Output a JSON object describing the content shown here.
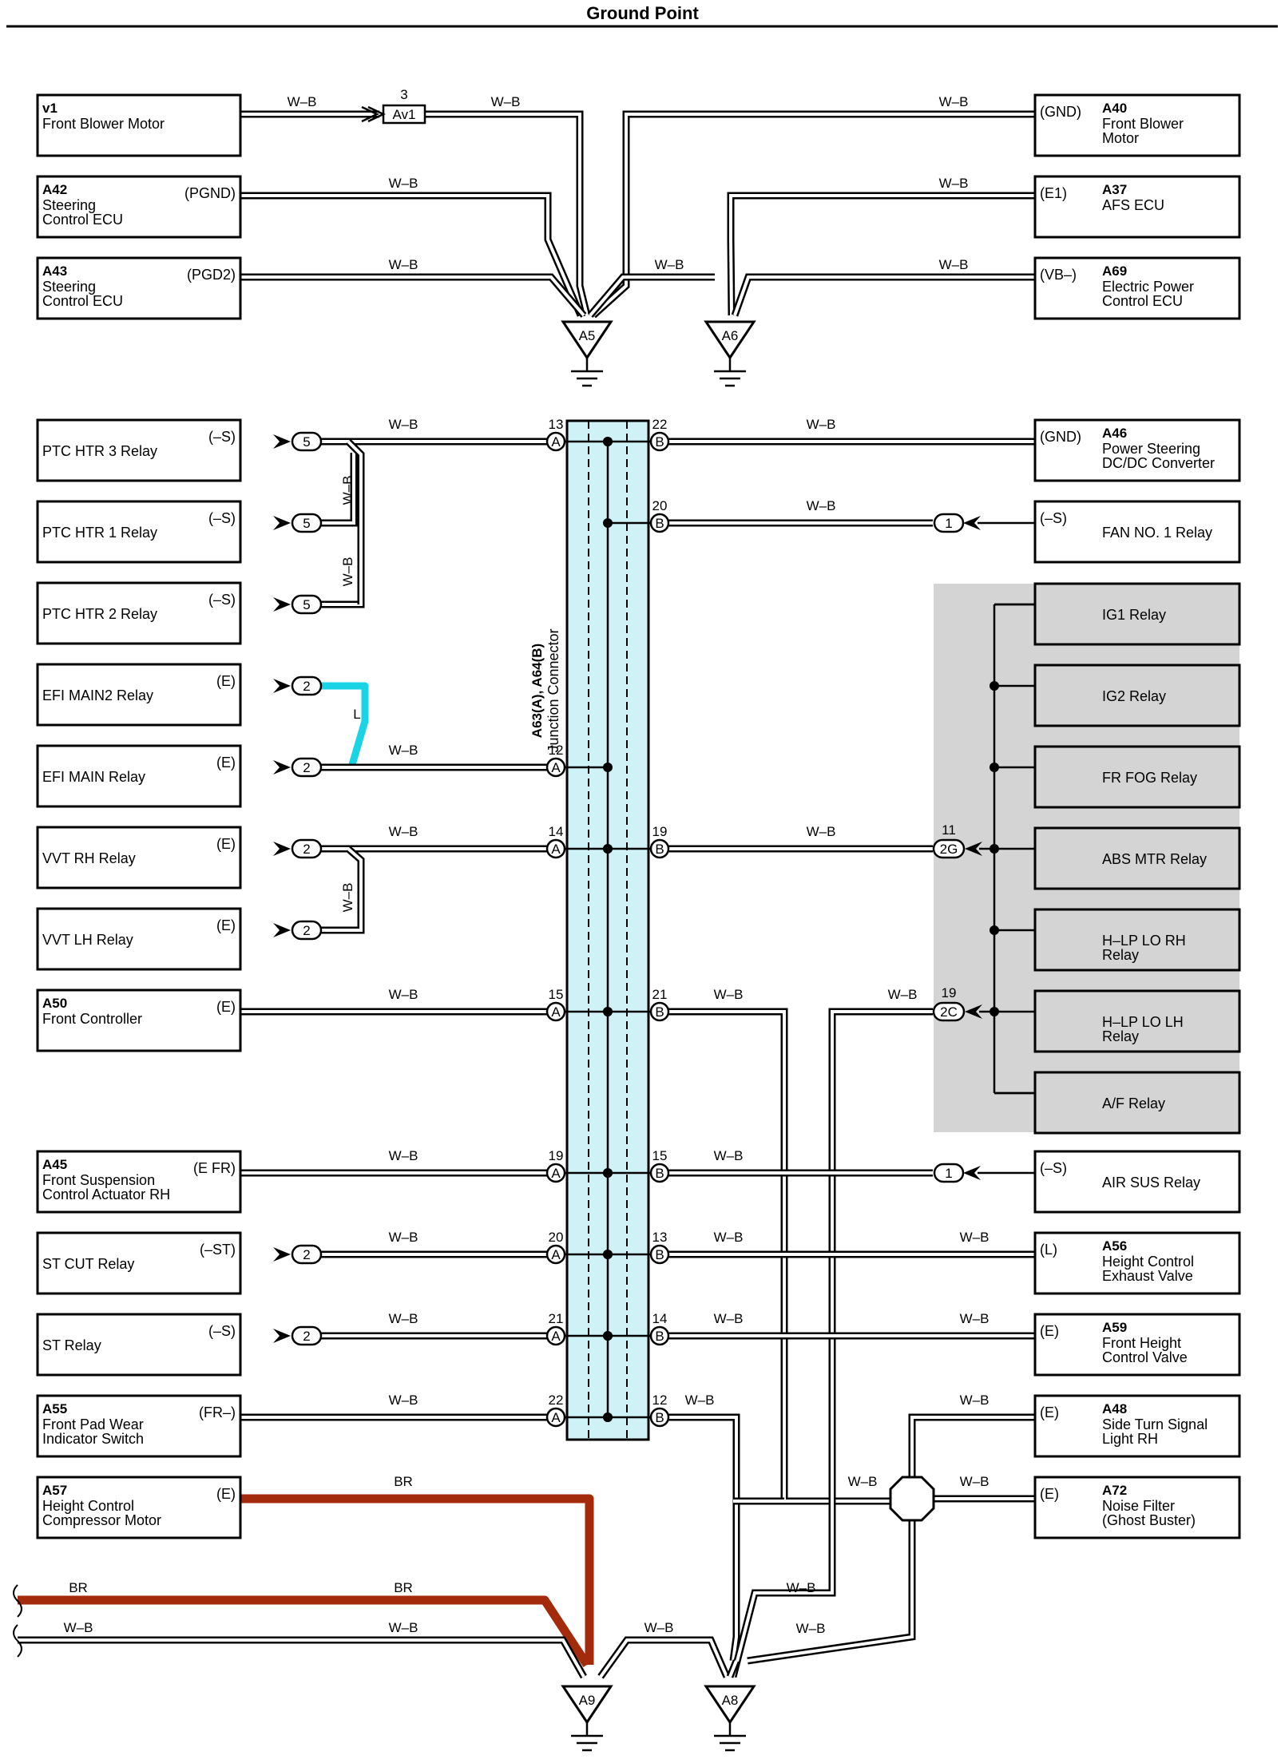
{
  "title": "Ground Point",
  "colors": {
    "wire_wb": "#000000",
    "wire_br": "#a32a0a",
    "wire_l": "#1ad4e6",
    "junction_fill": "#cff2f7",
    "relay_block_fill": "#d4d4d4"
  },
  "wire_colors": {
    "wb": "W–B",
    "br": "BR",
    "l": "L"
  },
  "junction_connector": {
    "code": "A63(A), A64(B)",
    "name": "Junction Connector"
  },
  "ground_points": [
    "A5",
    "A6",
    "A9",
    "A8"
  ],
  "splice": "Av1",
  "splice_pin": "3",
  "inline_connectors": {
    "c5": "5",
    "c2": "2",
    "c1": "1",
    "c2g": "2G",
    "c2c": "2C",
    "pin_2g": "11",
    "pin_2c": "19"
  },
  "left_components": [
    {
      "code": "v1",
      "name": [
        "Front Blower Motor"
      ],
      "pin": ""
    },
    {
      "code": "A42",
      "name": [
        "Steering",
        "Control ECU"
      ],
      "pin": "(PGND)"
    },
    {
      "code": "A43",
      "name": [
        "Steering",
        "Control ECU"
      ],
      "pin": "(PGD2)"
    },
    {
      "code": "",
      "name": [
        "PTC HTR 3 Relay"
      ],
      "pin": "(–S)"
    },
    {
      "code": "",
      "name": [
        "PTC HTR 1 Relay"
      ],
      "pin": "(–S)"
    },
    {
      "code": "",
      "name": [
        "PTC HTR 2 Relay"
      ],
      "pin": "(–S)"
    },
    {
      "code": "",
      "name": [
        "EFI MAIN2 Relay"
      ],
      "pin": "(E)"
    },
    {
      "code": "",
      "name": [
        "EFI MAIN Relay"
      ],
      "pin": "(E)"
    },
    {
      "code": "",
      "name": [
        "VVT RH Relay"
      ],
      "pin": "(E)"
    },
    {
      "code": "",
      "name": [
        "VVT LH Relay"
      ],
      "pin": "(E)"
    },
    {
      "code": "A50",
      "name": [
        "Front Controller"
      ],
      "pin": "(E)"
    },
    {
      "code": "A45",
      "name": [
        "Front Suspension",
        "Control Actuator RH"
      ],
      "pin": "(E FR)"
    },
    {
      "code": "",
      "name": [
        "ST CUT Relay"
      ],
      "pin": "(–ST)"
    },
    {
      "code": "",
      "name": [
        "ST Relay"
      ],
      "pin": "(–S)"
    },
    {
      "code": "A55",
      "name": [
        "Front Pad Wear",
        "Indicator Switch"
      ],
      "pin": "(FR–)"
    },
    {
      "code": "A57",
      "name": [
        "Height Control",
        "Compressor Motor"
      ],
      "pin": "(E)"
    }
  ],
  "right_components": [
    {
      "code": "A40",
      "name": [
        "Front Blower",
        "Motor"
      ],
      "pin": "(GND)"
    },
    {
      "code": "A37",
      "name": [
        "AFS ECU"
      ],
      "pin": "(E1)"
    },
    {
      "code": "A69",
      "name": [
        "Electric Power",
        "Control ECU"
      ],
      "pin": "(VB–)"
    },
    {
      "code": "A46",
      "name": [
        "Power Steering",
        "DC/DC Converter"
      ],
      "pin": "(GND)"
    },
    {
      "code": "",
      "name": [
        "FAN NO. 1 Relay"
      ],
      "pin": "(–S)"
    },
    {
      "code": "",
      "name": [
        "AIR SUS Relay"
      ],
      "pin": "(–S)"
    },
    {
      "code": "A56",
      "name": [
        "Height Control",
        "Exhaust Valve"
      ],
      "pin": "(L)"
    },
    {
      "code": "A59",
      "name": [
        "Front Height",
        "Control Valve"
      ],
      "pin": "(E)"
    },
    {
      "code": "A48",
      "name": [
        "Side Turn Signal",
        "Light RH"
      ],
      "pin": "(E)"
    },
    {
      "code": "A72",
      "name": [
        "Noise Filter",
        "(Ghost Buster)"
      ],
      "pin": "(E)"
    }
  ],
  "relay_block": [
    {
      "name": [
        "IG1 Relay"
      ]
    },
    {
      "name": [
        "IG2 Relay"
      ]
    },
    {
      "name": [
        "FR FOG Relay"
      ]
    },
    {
      "name": [
        "ABS MTR Relay"
      ]
    },
    {
      "name": [
        "H–LP LO RH",
        "Relay"
      ]
    },
    {
      "name": [
        "H–LP LO LH",
        "Relay"
      ]
    },
    {
      "name": [
        "A/F Relay"
      ]
    }
  ],
  "junction_pins_a": [
    {
      "pin": "13",
      "letter": "A"
    },
    {
      "pin": "12",
      "letter": "A"
    },
    {
      "pin": "14",
      "letter": "A"
    },
    {
      "pin": "15",
      "letter": "A"
    },
    {
      "pin": "19",
      "letter": "A"
    },
    {
      "pin": "20",
      "letter": "A"
    },
    {
      "pin": "21",
      "letter": "A"
    },
    {
      "pin": "22",
      "letter": "A"
    }
  ],
  "junction_pins_b": [
    {
      "pin": "22",
      "letter": "B"
    },
    {
      "pin": "20",
      "letter": "B"
    },
    {
      "pin": "19",
      "letter": "B"
    },
    {
      "pin": "21",
      "letter": "B"
    },
    {
      "pin": "15",
      "letter": "B"
    },
    {
      "pin": "13",
      "letter": "B"
    },
    {
      "pin": "14",
      "letter": "B"
    },
    {
      "pin": "12",
      "letter": "B"
    }
  ]
}
